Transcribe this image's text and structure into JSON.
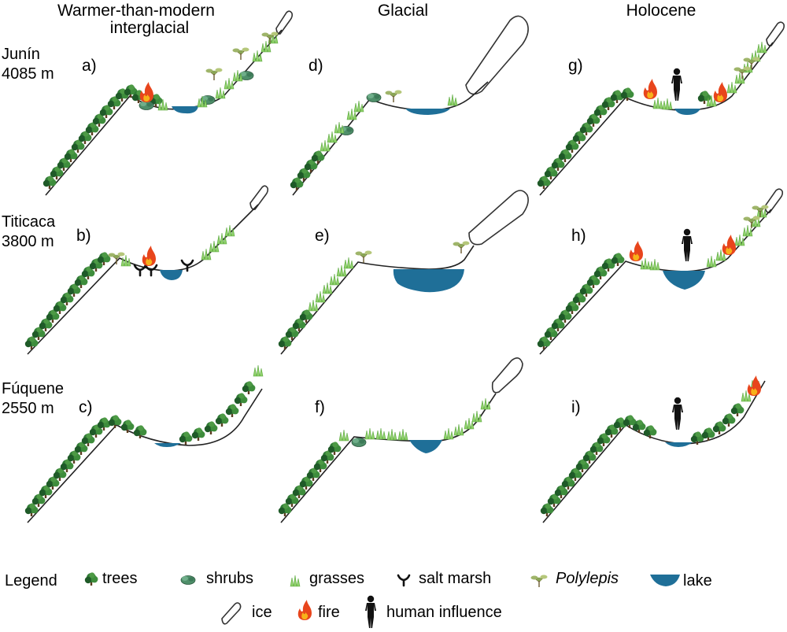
{
  "columns": [
    "Warmer-than-modern",
    "interglacial",
    "Glacial",
    "Holocene"
  ],
  "rows": [
    {
      "site": "Junín",
      "elevation": "4085 m"
    },
    {
      "site": "Titicaca",
      "elevation": "3800 m"
    },
    {
      "site": "Fúquene",
      "elevation": "2550 m"
    }
  ],
  "panels": [
    "a)",
    "b)",
    "c)",
    "d)",
    "e)",
    "f)",
    "g)",
    "h)",
    "i)"
  ],
  "legend": {
    "title": "Legend",
    "items": [
      "trees",
      "shrubs",
      "grasses",
      "salt marsh",
      "Polylepis",
      "lake",
      "ice",
      "fire",
      "human influence"
    ]
  },
  "colors": {
    "tree": "#2f7a35",
    "tree_dark": "#1f5a28",
    "shrub": "#4f8f6a",
    "grass": "#8fd16a",
    "lake": "#1f6f98",
    "fire": "#e8451c",
    "fire_inner": "#f7b21a",
    "ice_stroke": "#333333",
    "human": "#111111",
    "polylepis": "#9fb56a"
  }
}
